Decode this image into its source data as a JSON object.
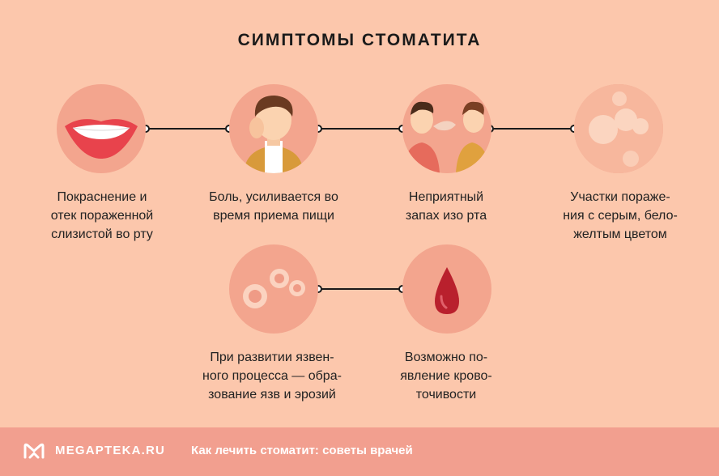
{
  "title": "СИМПТОМЫ СТОМАТИТА",
  "symptoms": [
    {
      "icon": "lips-icon",
      "label": "Покраснение и\nотек пораженной\nслизистой во рту"
    },
    {
      "icon": "toothache-person-icon",
      "label": "Боль, усиливается во\nвремя приема пищи"
    },
    {
      "icon": "bad-breath-people-icon",
      "label": "Неприятный\nзапах изо рта"
    },
    {
      "icon": "grey-patches-icon",
      "label": "Участки пораже-\nния с серым, бело-\nжелтым цветом"
    },
    {
      "icon": "ulcers-icon",
      "label": "При развитии язвен-\nного процесса — обра-\nзование язв и эрозий"
    },
    {
      "icon": "blood-drop-icon",
      "label": "Возможно по-\nявление крово-\nточивости"
    }
  ],
  "footer": {
    "brand": "MEGAPTEKA.RU",
    "subtitle": "Как лечить стоматит: советы врачей",
    "icon": "megapteka-logo-icon"
  },
  "colors": {
    "background": "#fcc7ac",
    "circle": "#f3a58e",
    "footer": "#f29f8f",
    "connector": "#1a1a1a"
  }
}
